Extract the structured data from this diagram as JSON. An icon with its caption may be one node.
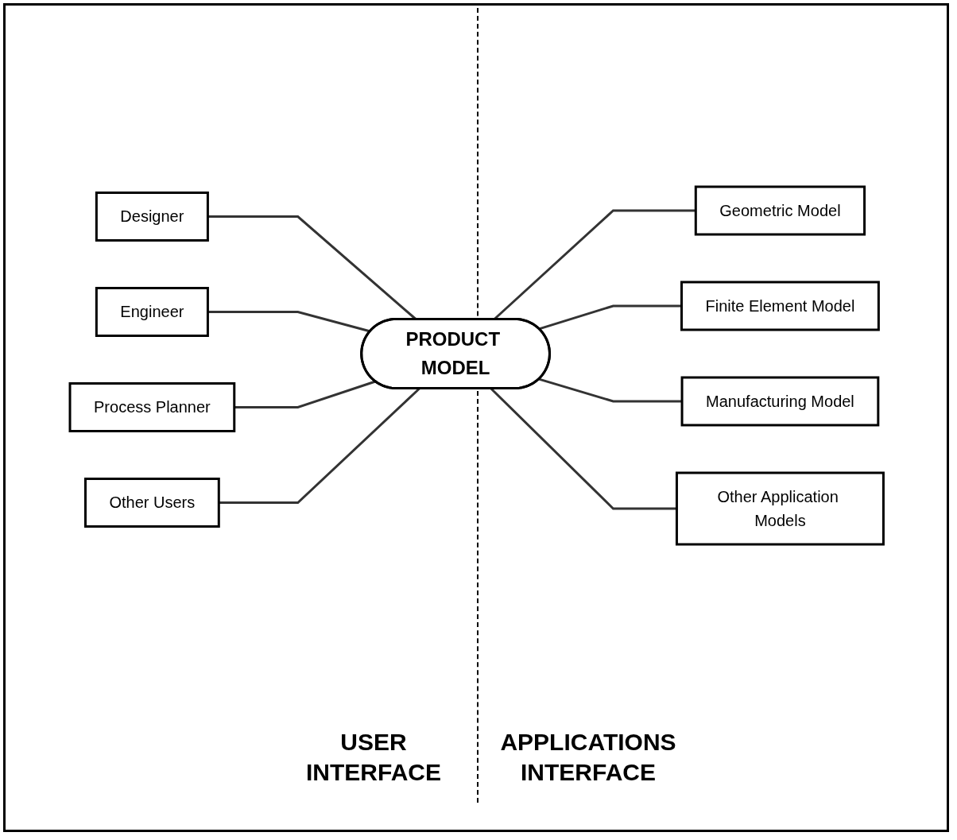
{
  "diagram": {
    "nodes": [
      {
        "text": [
          "PRODUCT MODEL"
        ]
      },
      {
        "text": [
          "Designer"
        ]
      },
      {
        "text": [
          "Engineer"
        ]
      },
      {
        "text": [
          "Process Planner"
        ]
      },
      {
        "text": [
          "Other Users"
        ]
      },
      {
        "text": [
          "Geometric Model"
        ]
      },
      {
        "text": [
          "Finite Element Model"
        ]
      },
      {
        "text": [
          "Manufacturing Model"
        ]
      },
      {
        "text": [
          "Other Application Models"
        ]
      }
    ],
    "edges": [
      {
        "from": 1,
        "to": 0,
        "arrow": "none"
      },
      {
        "from": 2,
        "to": 0,
        "arrow": "none"
      },
      {
        "from": 3,
        "to": 0,
        "arrow": "none"
      },
      {
        "from": 4,
        "to": 0,
        "arrow": "none"
      },
      {
        "from": 0,
        "to": 5,
        "arrow": "none"
      },
      {
        "from": 0,
        "to": 6,
        "arrow": "none"
      },
      {
        "from": 0,
        "to": 7,
        "arrow": "none"
      },
      {
        "from": 0,
        "to": 8,
        "arrow": "none"
      }
    ],
    "labels": [
      "USER INTERFACE",
      "APPLICATIONS INTERFACE"
    ]
  }
}
